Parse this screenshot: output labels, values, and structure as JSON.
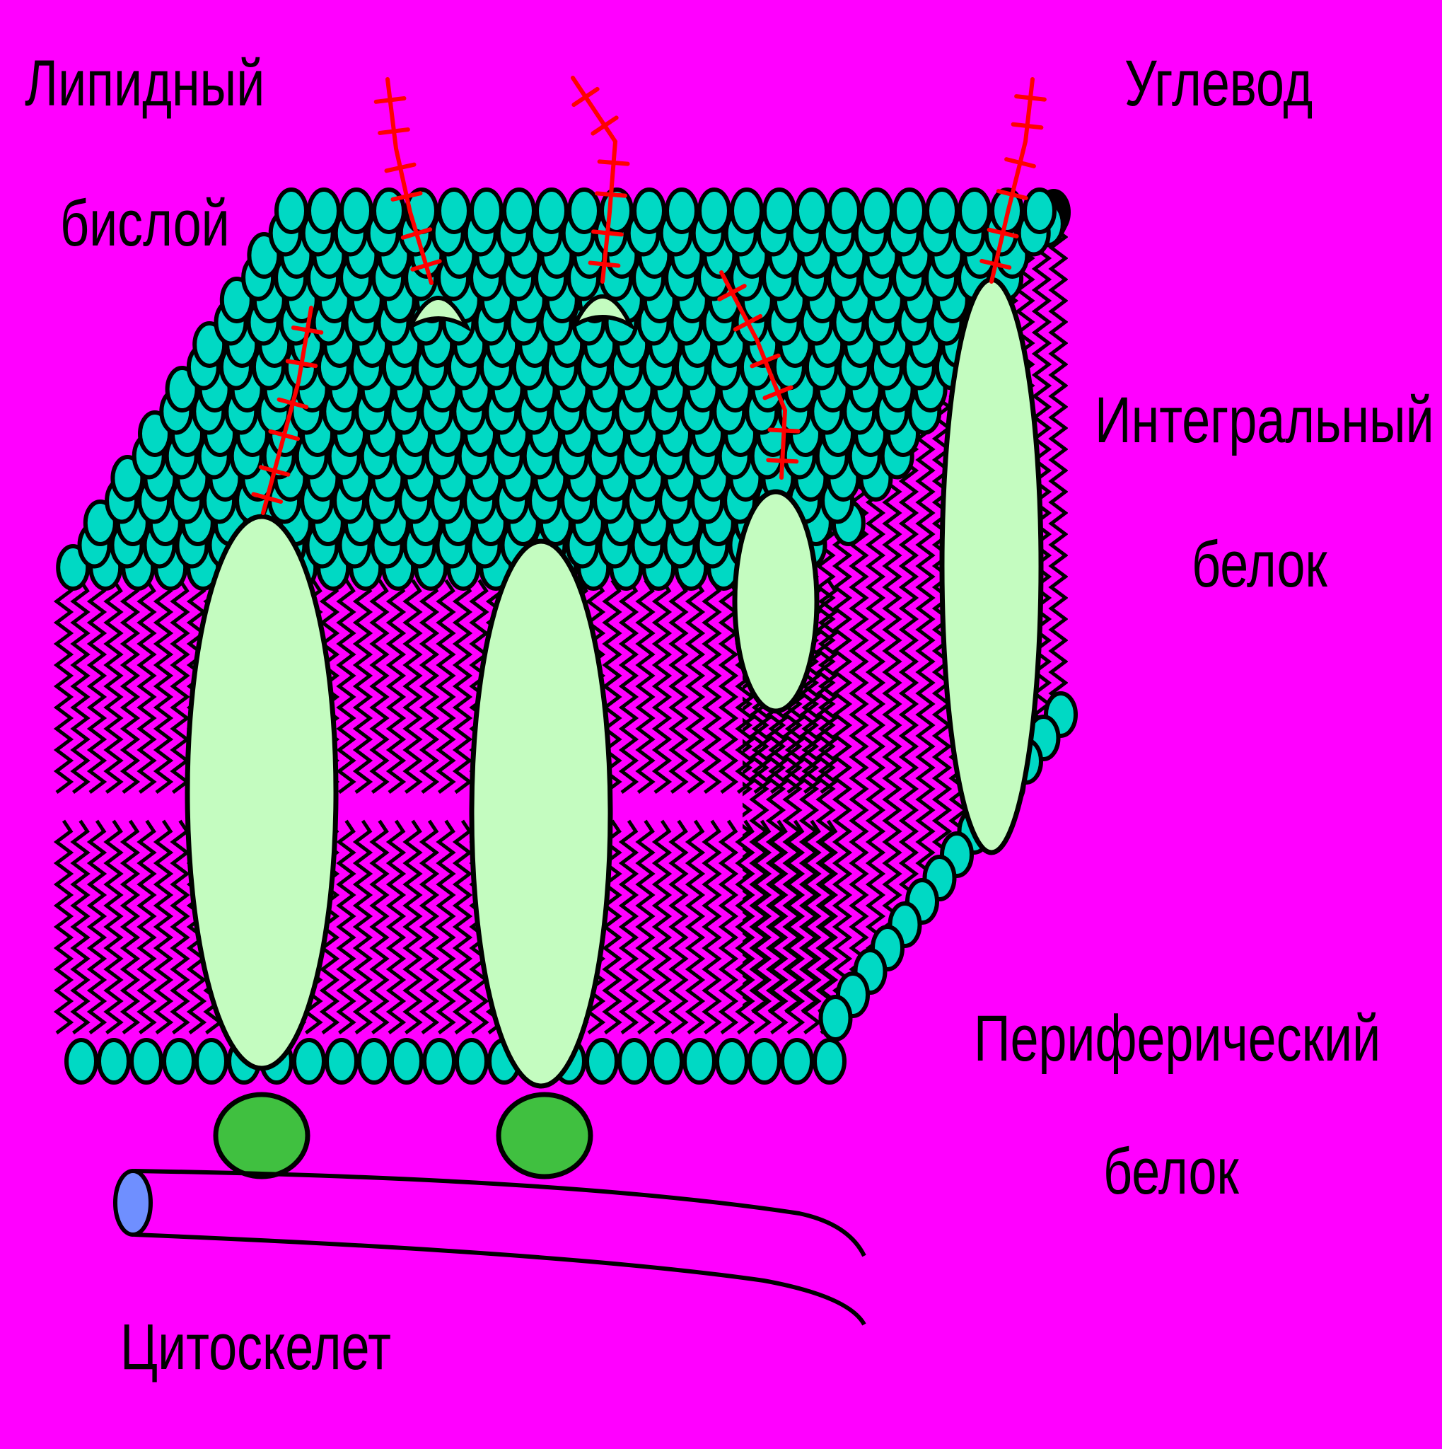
{
  "labels": {
    "lipid_bilayer_line1": "Липидный",
    "lipid_bilayer_line2": "бислой",
    "carbohydrate": "Углевод",
    "integral_protein_line1": "Интегральный",
    "integral_protein_line2": "белок",
    "peripheral_protein_line1": "Периферический",
    "peripheral_protein_line2": "белок",
    "cytoskeleton": "Цитоскелет"
  },
  "colors": {
    "background": "#ff00ff",
    "lipid_head": "#00d9c4",
    "integral_protein": "#c4fcc0",
    "peripheral_protein": "#40c040",
    "carbohydrate_chain": "#ff0000",
    "cytoskeleton_end": "#6f8fff",
    "outline": "#000000"
  }
}
